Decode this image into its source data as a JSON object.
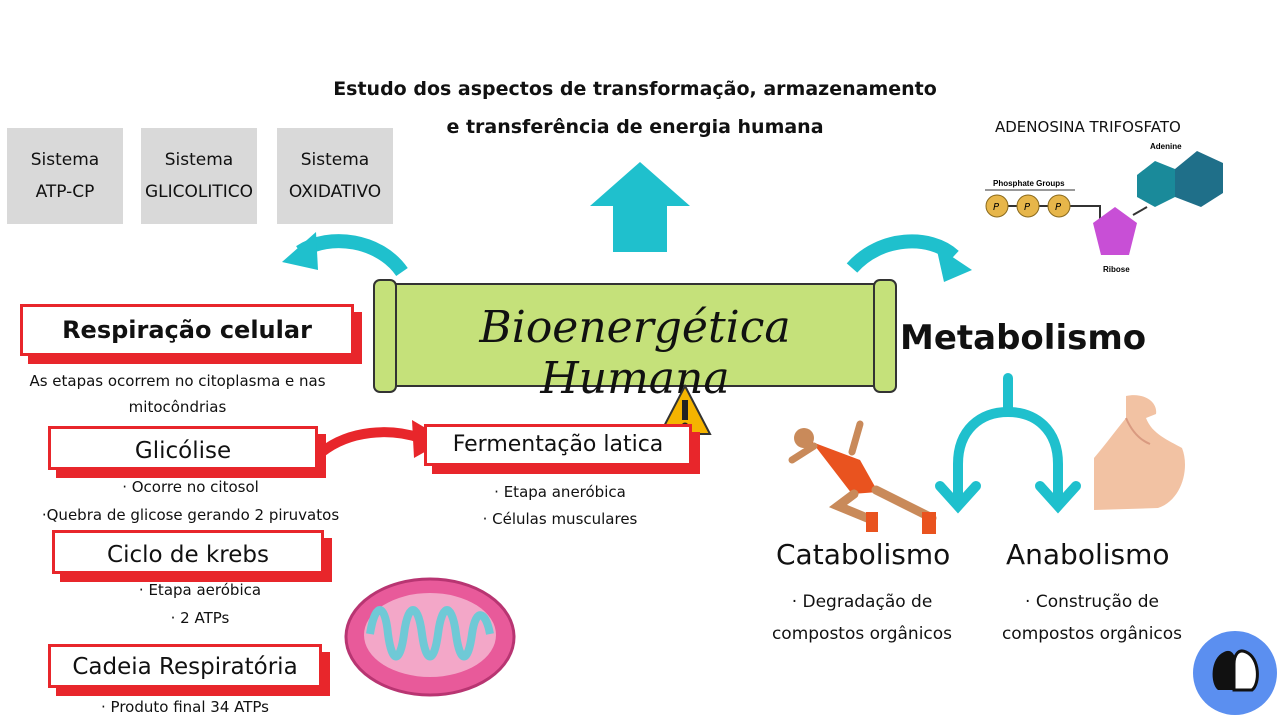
{
  "header": {
    "line1": "Estudo dos aspectos de transformação, armazenamento",
    "line2": "e transferência de energia humana"
  },
  "systems": [
    {
      "line1": "Sistema",
      "line2": "ATP-CP"
    },
    {
      "line1": "Sistema",
      "line2": "GLICOLITICO"
    },
    {
      "line1": "Sistema",
      "line2": "OXIDATIVO"
    }
  ],
  "atp": {
    "title": "ADENOSINA TRIFOSFATO",
    "adenine": "Adenine",
    "phosphate_groups": "Phosphate Groups",
    "phosphate_letter": "P",
    "ribose": "Ribose"
  },
  "banner": {
    "title": "Bioenergética Humana"
  },
  "left": {
    "respiracao": {
      "title": "Respiração celular",
      "note1": "As etapas ocorrem no citoplasma e nas",
      "note2": "mitocôndrias"
    },
    "glicolise": {
      "title": "Glicólise",
      "note1": "· Ocorre no citosol",
      "note2": "·Quebra de glicose gerando 2 piruvatos"
    },
    "krebs": {
      "title": "Ciclo de krebs",
      "note1": "· Etapa aeróbica",
      "note2": "· 2 ATPs"
    },
    "cadeia": {
      "title": "Cadeia Respiratória",
      "note1": "· Produto final 34 ATPs"
    }
  },
  "fermentacao": {
    "title": "Fermentação latica",
    "note1": "· Etapa aneróbica",
    "note2": "· Células musculares"
  },
  "metabolismo": {
    "title": "Metabolismo"
  },
  "catabolismo": {
    "title": "Catabolismo",
    "note1": "· Degradação de",
    "note2": "compostos orgânicos"
  },
  "anabolismo": {
    "title": "Anabolismo",
    "note1": "· Construção de",
    "note2": "compostos orgânicos"
  },
  "colors": {
    "teal": "#1fc0cd",
    "red": "#e8262b",
    "banner": "#c5e17a",
    "logo": "#5b8ff0"
  }
}
